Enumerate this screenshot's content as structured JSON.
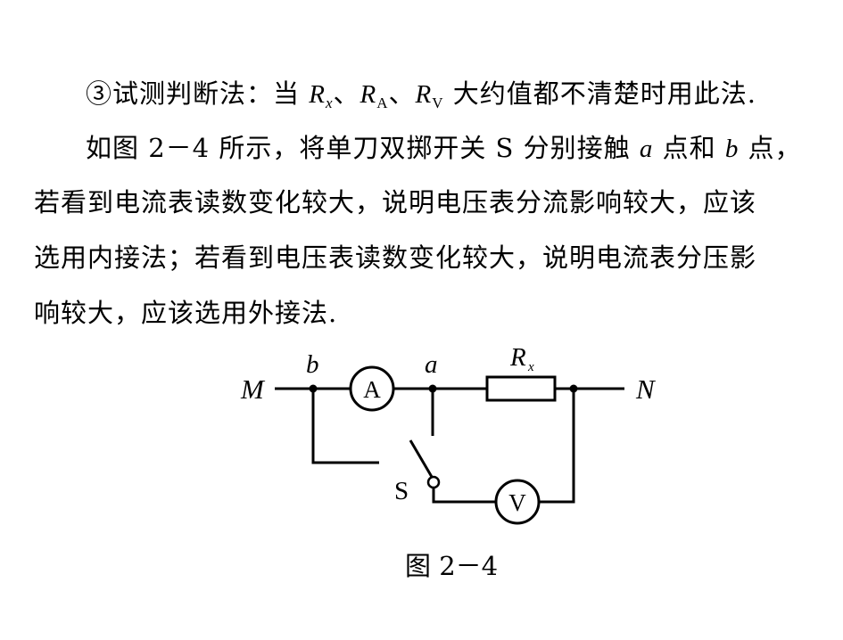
{
  "paragraph": {
    "line1": {
      "prefix": "③试测判断法：当 ",
      "r": "R",
      "sub_x": "x",
      "sep1": "、",
      "sub_a": "A",
      "sep2": "、",
      "sub_v": "V",
      "suffix": " 大约值都不清楚时用此法."
    },
    "line2": {
      "prefix": "如图 2－4 所示，将单刀双掷开关 S 分别接触 ",
      "point_a": "a",
      "mid": " 点和 ",
      "point_b": "b",
      "suffix": " 点，"
    },
    "line3": "若看到电流表读数变化较大，说明电压表分流影响较大，应该",
    "line4": "选用内接法；若看到电压表读数变化较大，说明电流表分压影",
    "line5": "响较大，应该选用外接法."
  },
  "figure": {
    "label_M": "M",
    "label_N": "N",
    "label_b": "b",
    "label_a": "a",
    "label_R": "R",
    "label_R_sub": "x",
    "ammeter": "A",
    "voltmeter": "V",
    "switch": "S",
    "caption": "图 2－4"
  }
}
